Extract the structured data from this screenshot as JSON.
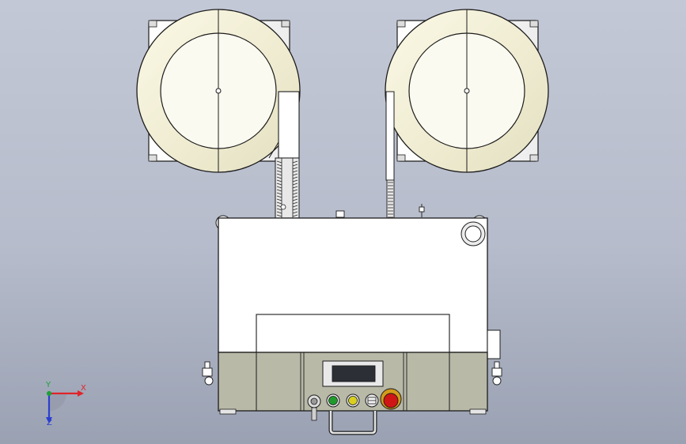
{
  "axis_triad": {
    "x_label": "X",
    "y_label": "Y",
    "z_label": "Z",
    "x_color": "#e0242a",
    "y_color": "#1aa23a",
    "z_color": "#2a3fd0"
  },
  "colors": {
    "background_top": "#c3c8d6",
    "body_white": "#ffffff",
    "panel_khaki": "#b8b9a7",
    "outline": "#1c1c1c",
    "reel_face": "#f3f0d8",
    "button_green": "#1f9b2c",
    "button_yellow": "#d9cf1e",
    "estop_red": "#d01515",
    "estop_collar": "#d49a1a",
    "display_screen": "#2c2f36"
  }
}
